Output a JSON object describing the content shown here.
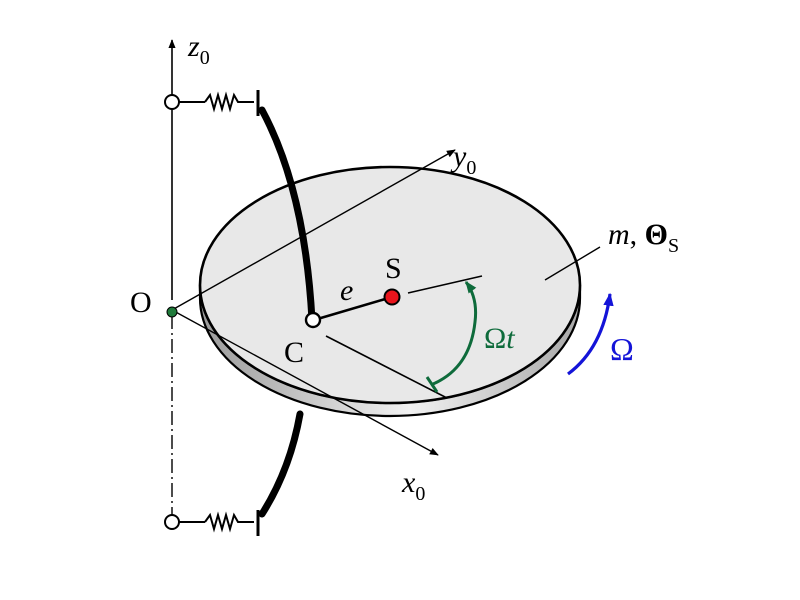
{
  "labels": {
    "z0": {
      "main": "z",
      "sub": "0"
    },
    "y0": {
      "main": "y",
      "sub": "0"
    },
    "x0": {
      "main": "x",
      "sub": "0"
    },
    "origin": "O",
    "center": "C",
    "com": "S",
    "ecc": "e",
    "mass": "m",
    "comma": ", ",
    "theta": "Θ",
    "theta_sub": "S",
    "omega_t": {
      "main": "Ω",
      "t": "t"
    },
    "omega": "Ω"
  },
  "colors": {
    "line": "#000000",
    "disk_face": "#e8e8e8",
    "disk_edge_dark": "#9a9a9a",
    "disk_edge_light": "#f2f2f2",
    "com_point": "#e8141c",
    "origin_point": "#1f7a3a",
    "angle_arc": "#0e6b3b",
    "omega_arrow": "#1414d8"
  }
}
